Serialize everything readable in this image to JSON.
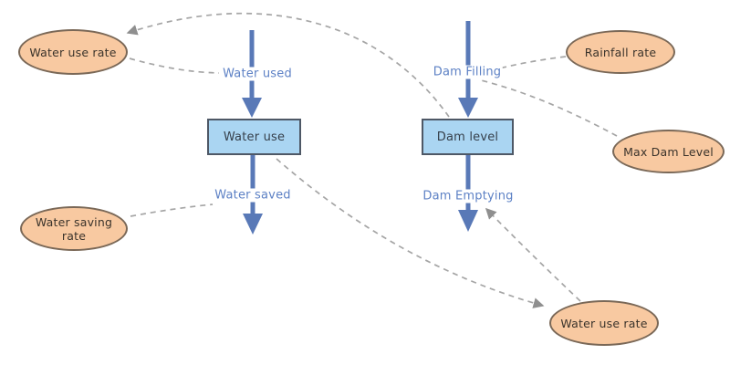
{
  "diagram": {
    "stocks": [
      {
        "label": "Water use"
      },
      {
        "label": "Dam level"
      }
    ],
    "variables": [
      {
        "label": "Water use rate"
      },
      {
        "label": "Water saving rate"
      },
      {
        "label": "Rainfall rate"
      },
      {
        "label": "Max Dam Level"
      },
      {
        "label": "Water use rate"
      }
    ],
    "flows": [
      {
        "label": "Water used"
      },
      {
        "label": "Water saved"
      },
      {
        "label": "Dam Filling"
      },
      {
        "label": "Dam Emptying"
      }
    ],
    "links": [
      {
        "from": "Dam level",
        "to": "Water use rate (top)"
      },
      {
        "from": "Water use rate (top)",
        "to": "Water used"
      },
      {
        "from": "Water saving rate",
        "to": "Water saved"
      },
      {
        "from": "Rainfall rate",
        "to": "Dam Filling"
      },
      {
        "from": "Max Dam Level",
        "to": "Dam Filling"
      },
      {
        "from": "Water use",
        "to": "Water use rate (bottom)"
      },
      {
        "from": "Water use rate (bottom)",
        "to": "Dam Emptying"
      }
    ]
  },
  "colors": {
    "variable_fill": "#f8c9a1",
    "variable_border": "#7a6857",
    "stock_fill": "#aad5f2",
    "stock_border": "#4e5866",
    "flow_blue": "#5979b7",
    "flow_label_blue": "#5d81c5",
    "link_gray": "#a5a5a5",
    "link_arrow_gray": "#8f8f8f",
    "variable_text": "#3a332b",
    "stock_text": "#36404b"
  }
}
